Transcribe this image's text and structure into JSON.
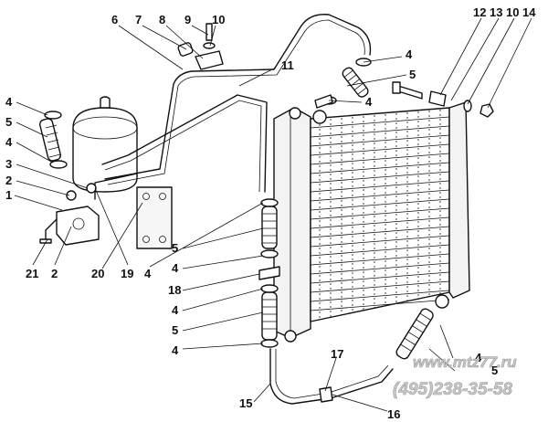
{
  "callouts": [
    {
      "id": "c6",
      "text": "6"
    },
    {
      "id": "c7",
      "text": "7"
    },
    {
      "id": "c8",
      "text": "8"
    },
    {
      "id": "c9",
      "text": "9"
    },
    {
      "id": "c10a",
      "text": "10"
    },
    {
      "id": "c11",
      "text": "11"
    },
    {
      "id": "c12",
      "text": "12"
    },
    {
      "id": "c13",
      "text": "13"
    },
    {
      "id": "c10b",
      "text": "10"
    },
    {
      "id": "c14",
      "text": "14"
    },
    {
      "id": "c4a",
      "text": "4"
    },
    {
      "id": "c5a",
      "text": "5"
    },
    {
      "id": "c4b",
      "text": "4"
    },
    {
      "id": "c4l1",
      "text": "4"
    },
    {
      "id": "c5l",
      "text": "5"
    },
    {
      "id": "c4l2",
      "text": "4"
    },
    {
      "id": "c3",
      "text": "3"
    },
    {
      "id": "c2a",
      "text": "2"
    },
    {
      "id": "c1",
      "text": "1"
    },
    {
      "id": "c21",
      "text": "21"
    },
    {
      "id": "c2b",
      "text": "2"
    },
    {
      "id": "c20",
      "text": "20"
    },
    {
      "id": "c19",
      "text": "19"
    },
    {
      "id": "c4m",
      "text": "4"
    },
    {
      "id": "c5m1",
      "text": "5"
    },
    {
      "id": "c4m1",
      "text": "4"
    },
    {
      "id": "c18",
      "text": "18"
    },
    {
      "id": "c4m2",
      "text": "4"
    },
    {
      "id": "c5m2",
      "text": "5"
    },
    {
      "id": "c4m3",
      "text": "4"
    },
    {
      "id": "c15",
      "text": "15"
    },
    {
      "id": "c17",
      "text": "17"
    },
    {
      "id": "c16",
      "text": "16"
    },
    {
      "id": "c4r",
      "text": "4"
    },
    {
      "id": "c5r",
      "text": "5"
    }
  ],
  "watermark": {
    "site": "www.mtz77.ru",
    "phone": "(495)238-35-58"
  }
}
